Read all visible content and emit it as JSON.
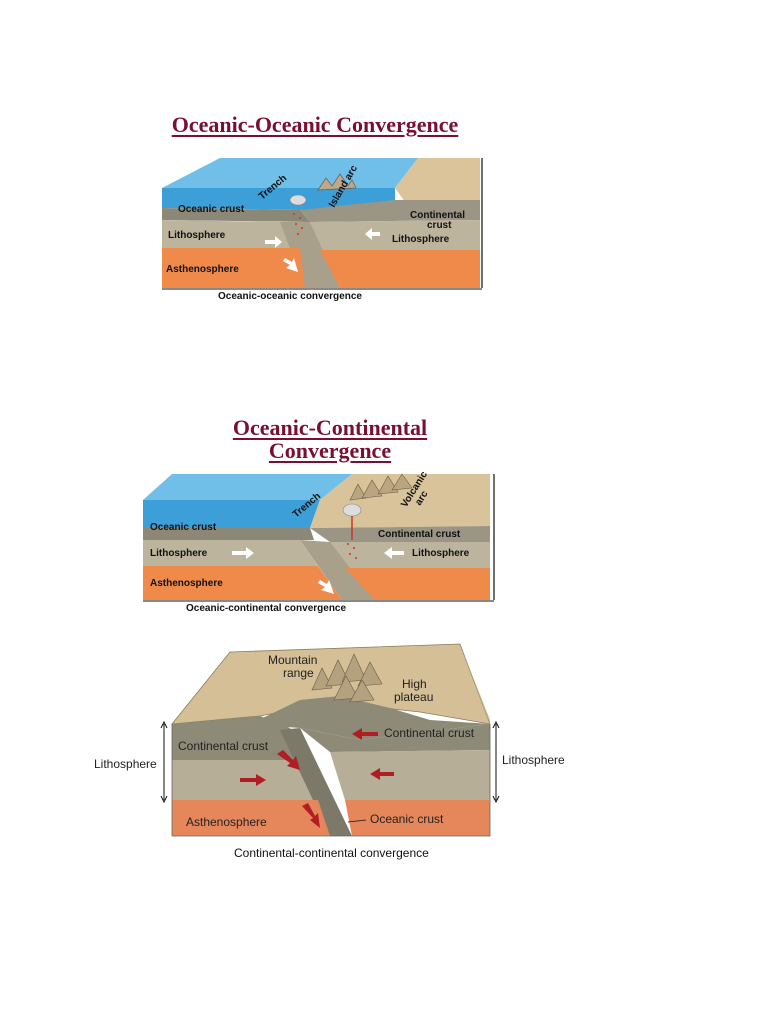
{
  "diagrams": [
    {
      "title": "Oceanic-Oceanic Convergence",
      "labels": {
        "oceanic_crust": "Oceanic crust",
        "trench": "Trench",
        "island_arc": "Island arc",
        "continental_crust_line1": "Continental",
        "continental_crust_line2": "crust",
        "lithosphere_left": "Lithosphere",
        "lithosphere_right": "Lithosphere",
        "asthenosphere": "Asthenosphere"
      },
      "caption": "Oceanic-oceanic convergence"
    },
    {
      "title_line1": "Oceanic-Continental",
      "title_line2": "Convergence",
      "labels": {
        "oceanic_crust": "Oceanic crust",
        "trench": "Trench",
        "volcanic_arc_line1": "Volcanic",
        "volcanic_arc_line2": "arc",
        "continental_crust": "Continental crust",
        "lithosphere_left": "Lithosphere",
        "lithosphere_right": "Lithosphere",
        "asthenosphere": "Asthenosphere"
      },
      "caption": "Oceanic-continental convergence"
    },
    {
      "labels": {
        "mountain_range_line1": "Mountain",
        "mountain_range_line2": "range",
        "high_plateau_line1": "High",
        "high_plateau_line2": "plateau",
        "continental_crust_left": "Continental crust",
        "continental_crust_right": "Continental crust",
        "lithosphere_left": "Lithosphere",
        "lithosphere_right": "Lithosphere",
        "asthenosphere": "Asthenosphere",
        "oceanic_crust": "Oceanic crust"
      },
      "caption": "Continental-continental convergence"
    }
  ],
  "colors": {
    "title": "#7a1030",
    "ocean": "#5fb3e0",
    "lithosphere": "#b7ae98",
    "asthenosphere": "#f08a4b",
    "continent": "#d8c39a",
    "arrow_white": "#ffffff",
    "arrow_red": "#b01e23"
  }
}
